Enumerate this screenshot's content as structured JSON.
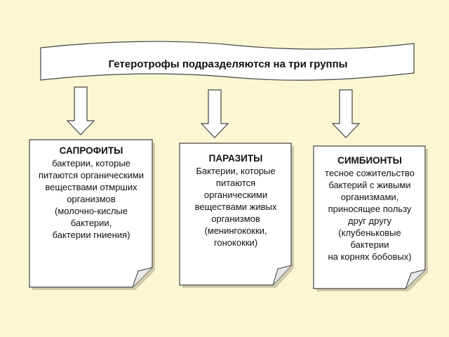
{
  "banner": {
    "text": "Гетеротрофы подразделяются на три группы"
  },
  "groups": [
    {
      "title": "САПРОФИТЫ",
      "lines": [
        "бактерии, которые",
        "питаются органическими",
        "веществами отмрших",
        "организмов",
        "(молочно-кислые",
        "бактерии,",
        "бактерии гниения)"
      ]
    },
    {
      "title": "ПАРАЗИТЫ",
      "lines": [
        "Бактерии, которые",
        "питаются",
        "органическими",
        "веществами живых",
        "организмов",
        "(менингококки,",
        "гонококки)"
      ]
    },
    {
      "title": "СИМБИОНТЫ",
      "lines": [
        "тесное сожительство",
        "бактерий с живыми",
        "организмами,",
        "приносящее пользу",
        "друг другу",
        "(клубеньковые",
        "бактерии",
        "на корнях бобовых)"
      ]
    }
  ],
  "colors": {
    "background": "#fbf7d3",
    "shape_fill": "#ffffff",
    "stroke": "#333333",
    "shadow": "#c8c4a4"
  }
}
